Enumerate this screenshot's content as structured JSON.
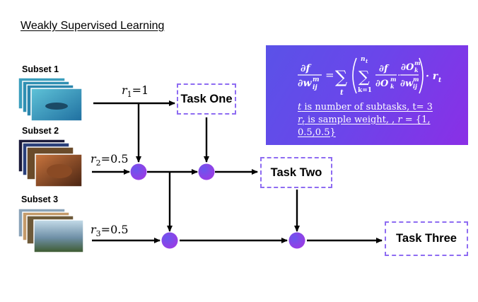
{
  "title": "Weakly Supervised Learning",
  "subsets": [
    {
      "label": "Subset 1",
      "weight_symbol": "r",
      "weight_sub": "1",
      "weight_value": "=1"
    },
    {
      "label": "Subset 2",
      "weight_symbol": "r",
      "weight_sub": "2",
      "weight_value": "=0.5"
    },
    {
      "label": "Subset 3",
      "weight_symbol": "r",
      "weight_sub": "3",
      "weight_value": "=0.5"
    }
  ],
  "tasks": {
    "one": "Task One",
    "two": "Task Two",
    "three": "Task Three"
  },
  "formula": {
    "lhs_num": "∂f",
    "lhs_den": "∂w",
    "lhs_den_sup": "m",
    "lhs_den_sub": "ij",
    "eq": "=",
    "sum_sym": "∑",
    "sum_idx": "t",
    "inner_sum_top": "n",
    "inner_sum_top_sub": "t",
    "inner_sum_bottom": "k=1",
    "frac1_num": "∂f",
    "frac1_den": "∂O",
    "frac1_den_sup": "m",
    "frac1_den_sub": "k",
    "dot": "·",
    "frac2_num": "∂O",
    "frac2_num_sup": "m",
    "frac2_num_sub": "k",
    "frac2_den": "∂w",
    "frac2_den_sup": "m",
    "frac2_den_sub": "ij",
    "tail": "· r",
    "tail_sub": "t",
    "note1_var": "t",
    "note1_text": " is number of subtasks,  t= 3",
    "note2_var": "r",
    "note2_var_sub": "t",
    "note2_text": " is sample weight, , ",
    "note2_var2": "r",
    "note2_set": " = {1, 0.5,0.5}"
  },
  "colors": {
    "node_start": "#4f4be8",
    "node_end": "#a33ee0",
    "task_border": "#8e6cf2",
    "formula_bg": "#6a46ea"
  }
}
